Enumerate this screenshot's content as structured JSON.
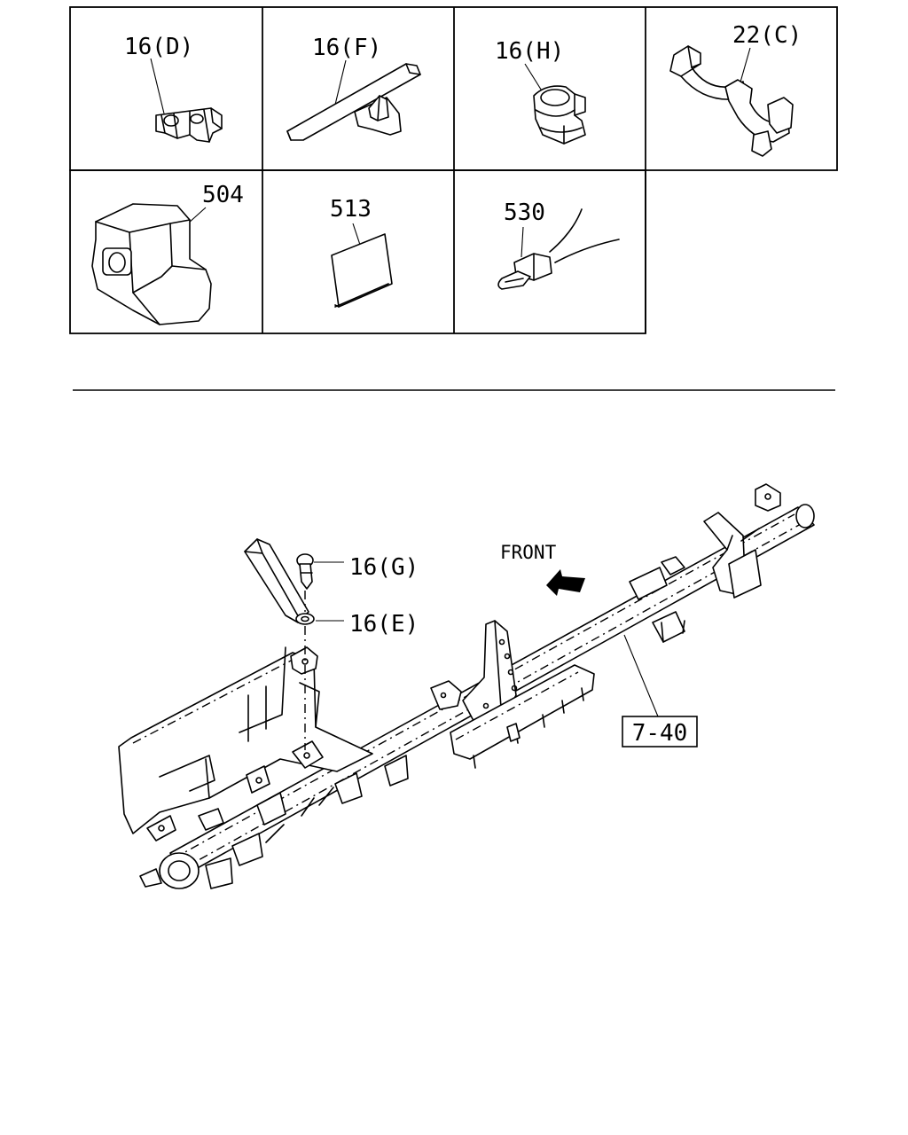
{
  "parts_grid": {
    "cells": [
      {
        "label": "16(D)"
      },
      {
        "label": "16(F)"
      },
      {
        "label": "16(H)"
      },
      {
        "label": "22(C)"
      },
      {
        "label": "504"
      },
      {
        "label": "513"
      },
      {
        "label": "530"
      }
    ]
  },
  "assembly": {
    "front_label": "FRONT",
    "callouts": [
      {
        "label": "16(G)"
      },
      {
        "label": "16(E)"
      }
    ],
    "reference_box": "7-40"
  }
}
